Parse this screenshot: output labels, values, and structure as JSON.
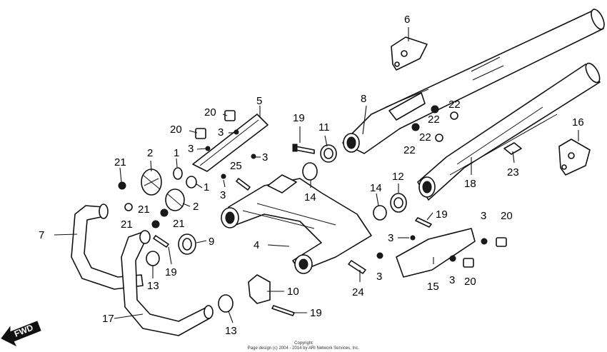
{
  "callouts": [
    {
      "label": "6"
    },
    {
      "label": "8"
    },
    {
      "label": "5"
    },
    {
      "label": "20"
    },
    {
      "label": "3"
    },
    {
      "label": "20"
    },
    {
      "label": "3"
    },
    {
      "label": "3"
    },
    {
      "label": "19"
    },
    {
      "label": "11"
    },
    {
      "label": "22"
    },
    {
      "label": "22"
    },
    {
      "label": "22"
    },
    {
      "label": "22"
    },
    {
      "label": "16"
    },
    {
      "label": "23"
    },
    {
      "label": "18"
    },
    {
      "label": "25"
    },
    {
      "label": "3"
    },
    {
      "label": "14"
    },
    {
      "label": "21"
    },
    {
      "label": "2"
    },
    {
      "label": "1"
    },
    {
      "label": "1"
    },
    {
      "label": "21"
    },
    {
      "label": "2"
    },
    {
      "label": "21"
    },
    {
      "label": "21"
    },
    {
      "label": "7"
    },
    {
      "label": "9"
    },
    {
      "label": "19"
    },
    {
      "label": "13"
    },
    {
      "label": "4"
    },
    {
      "label": "14"
    },
    {
      "label": "12"
    },
    {
      "label": "19"
    },
    {
      "label": "3"
    },
    {
      "label": "20"
    },
    {
      "label": "3"
    },
    {
      "label": "3"
    },
    {
      "label": "3"
    },
    {
      "label": "20"
    },
    {
      "label": "15"
    },
    {
      "label": "24"
    },
    {
      "label": "10"
    },
    {
      "label": "19"
    },
    {
      "label": "17"
    },
    {
      "label": "13"
    }
  ],
  "fwd_label": "FWD",
  "copyright": {
    "line1": "Copyright",
    "line2": "Page design (c) 2004 - 2014 by ARI Network Services, Inc."
  }
}
